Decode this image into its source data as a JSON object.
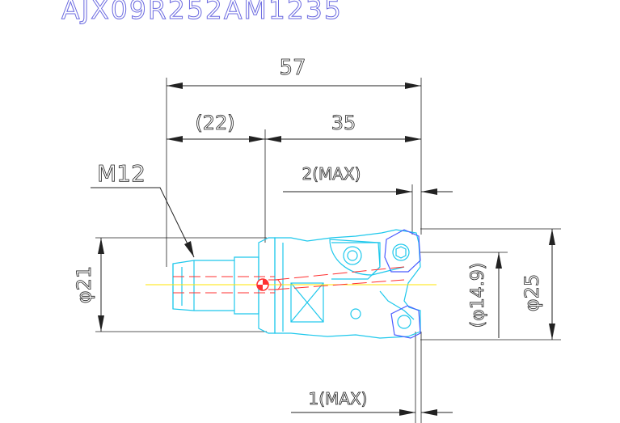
{
  "title": "AJX09R252AM1235",
  "dimensions": {
    "overall_length": "57",
    "shank_length": "(22)",
    "head_length": "35",
    "max_offset_top": "2(MAX)",
    "max_offset_bottom": "1(MAX)",
    "thread": "M12",
    "shank_diameter": "φ21",
    "inner_diameter": "(φ14.9)",
    "cutter_diameter": "φ25"
  },
  "colors": {
    "outline": "#1ec8ec",
    "insert": "#4a5cff",
    "center_line": "#ff3030",
    "axis": "#ffe600",
    "dimension": "#222222",
    "title": "#6b6ae0"
  }
}
